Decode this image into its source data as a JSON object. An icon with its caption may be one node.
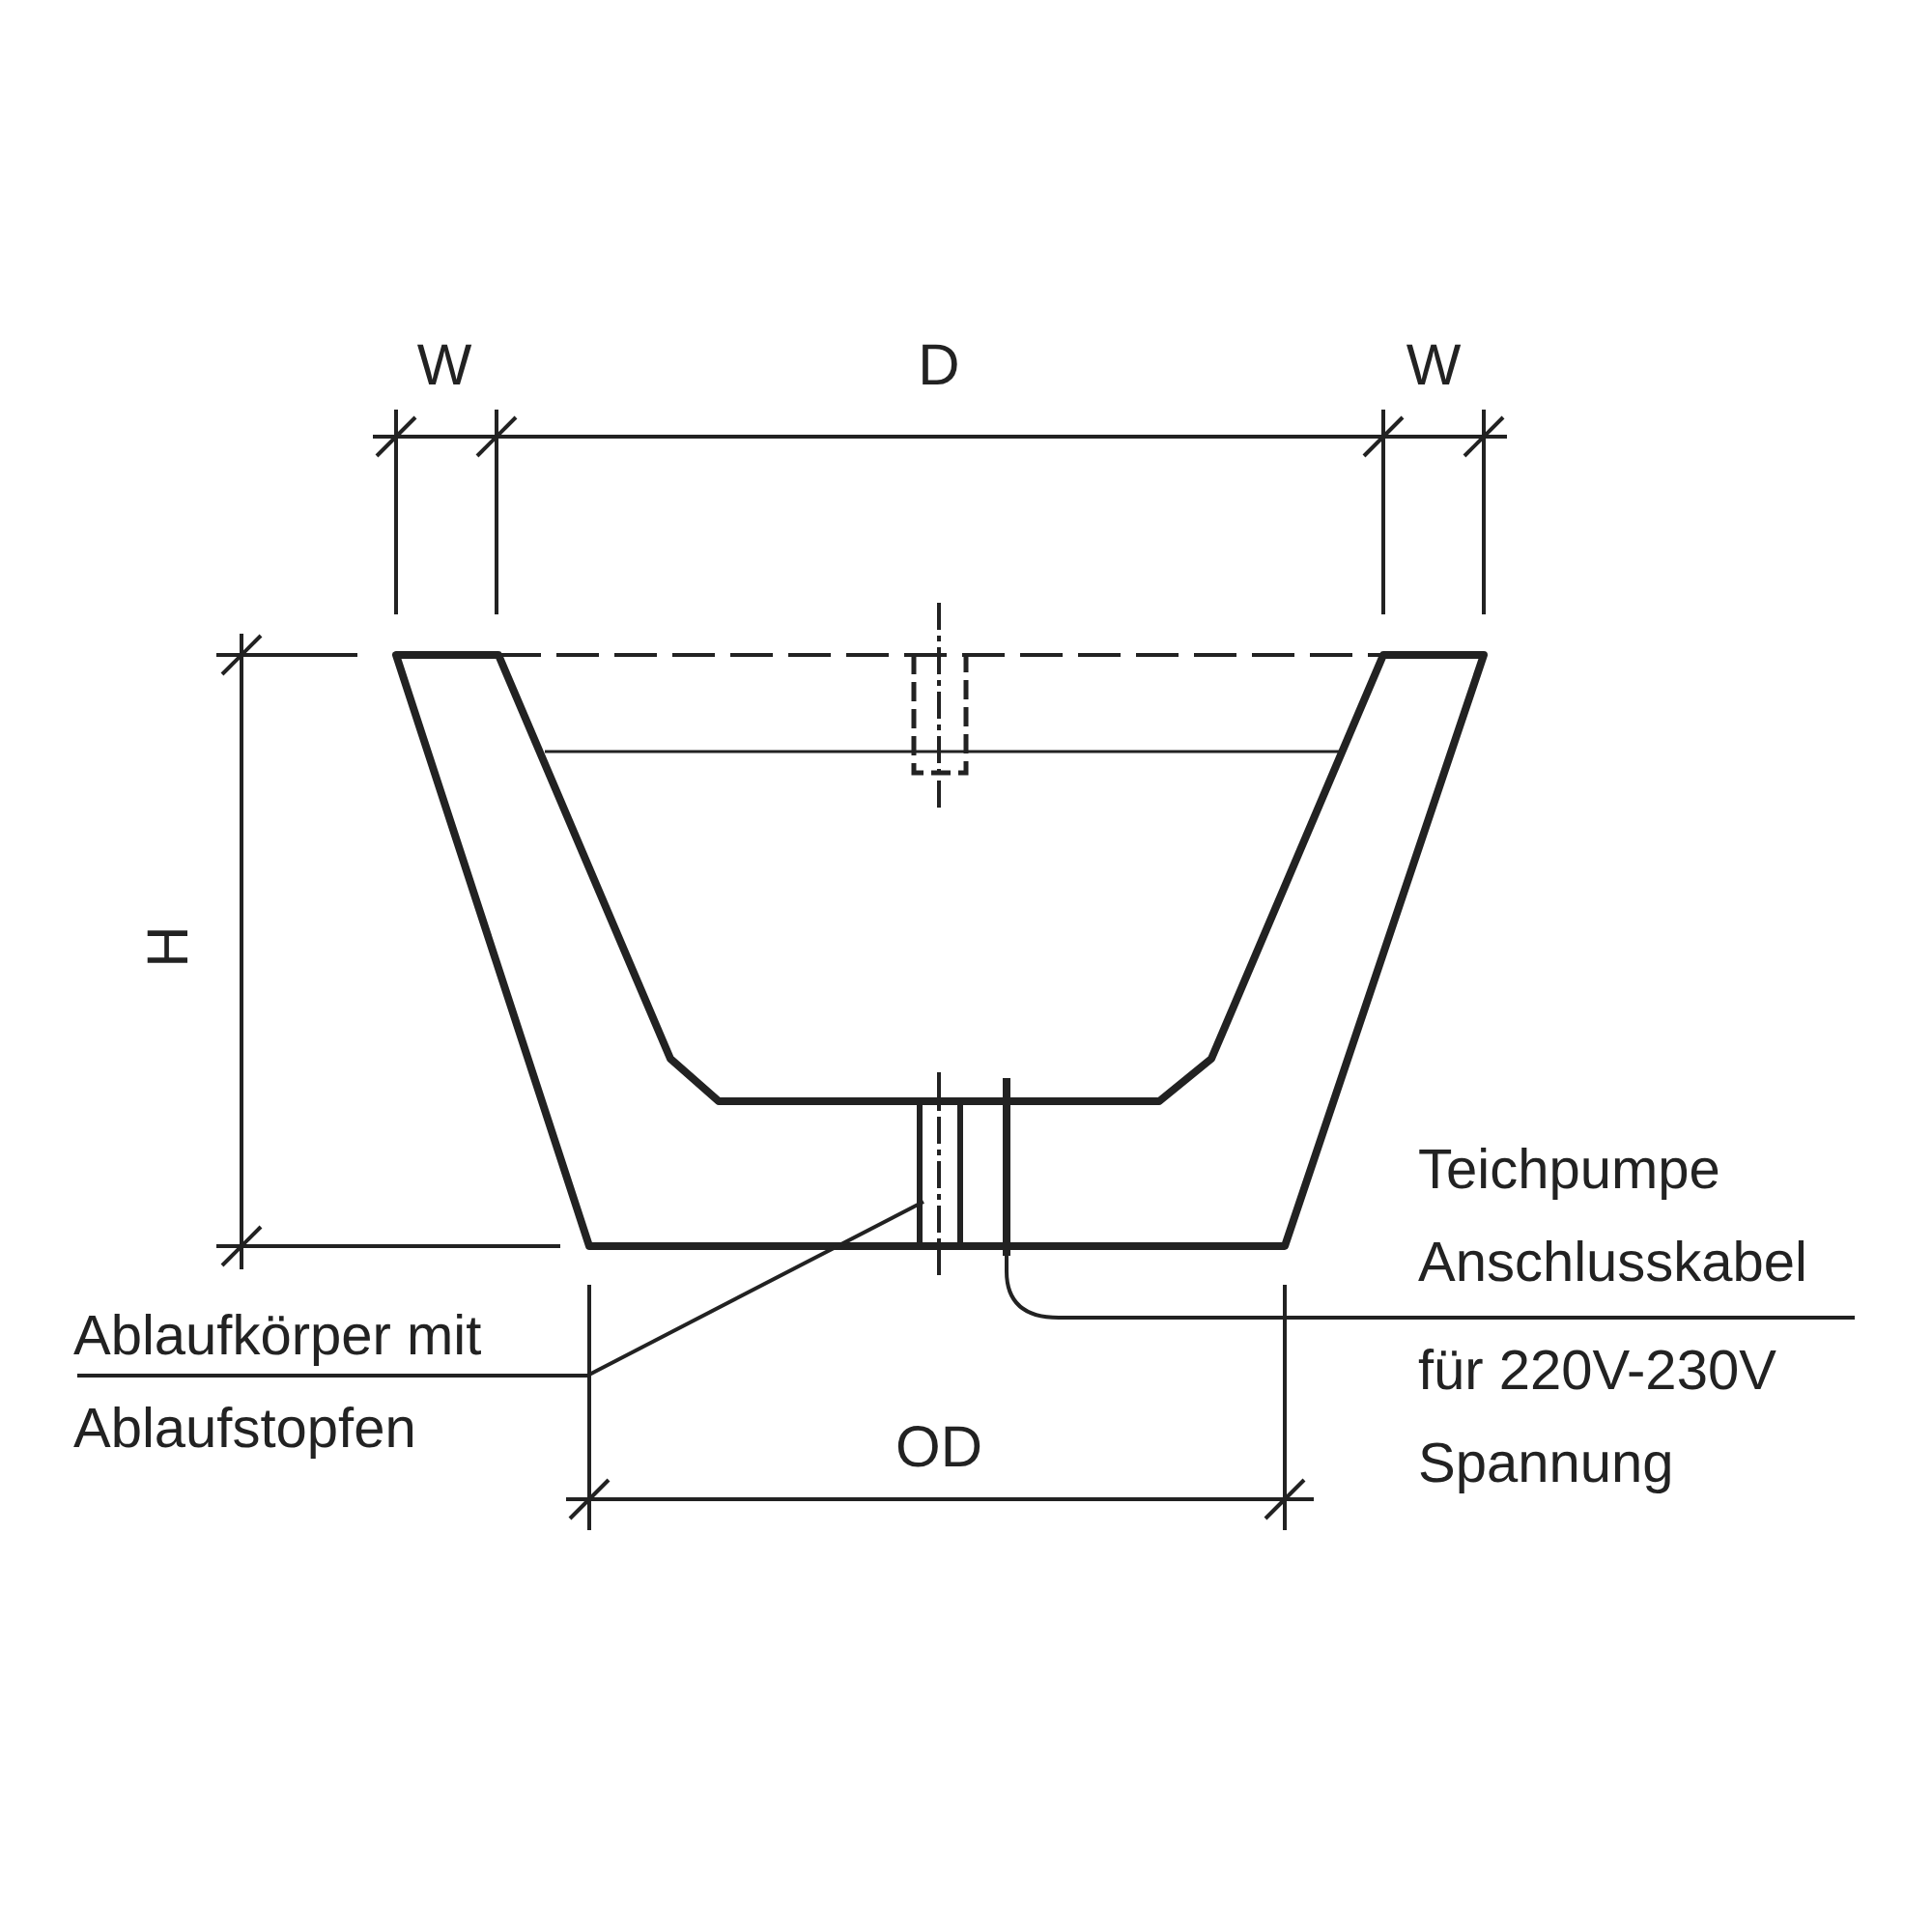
{
  "diagram": {
    "nodes": [
      {
        "text": [
          "Ablaufkörper mit",
          "Ablaufstopfen"
        ]
      },
      {
        "text": [],
        "shape": "box"
      },
      {
        "text": [
          "Teichpumpe Anschlusskabel",
          "für 220V-230V Spannung"
        ]
      },
      {
        "text": [],
        "shape": "bar"
      }
    ],
    "edges": [
      {
        "from": 0,
        "to": 1,
        "arrow": "none"
      },
      {
        "from": 2,
        "to": 3,
        "arrow": "none"
      }
    ],
    "labels": [
      "W",
      "D",
      "W",
      "H",
      "OD"
    ]
  }
}
